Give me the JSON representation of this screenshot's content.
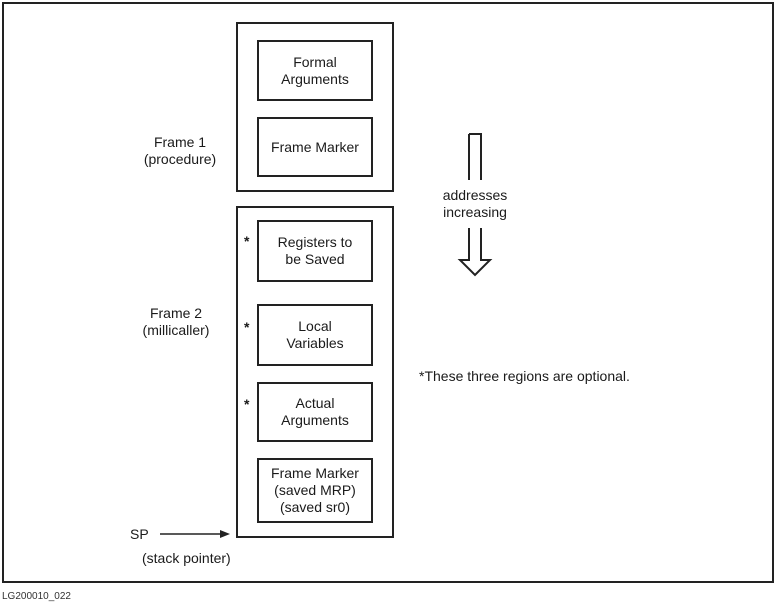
{
  "frames": [
    {
      "label": "Frame 1\n(procedure)",
      "regions": [
        {
          "text": "Formal\nArguments",
          "optional": false
        },
        {
          "text": "Frame Marker",
          "optional": false
        }
      ]
    },
    {
      "label": "Frame 2\n(millicaller)",
      "regions": [
        {
          "text": "Registers to\nbe Saved",
          "optional": true
        },
        {
          "text": "Local\nVariables",
          "optional": true
        },
        {
          "text": "Actual\nArguments",
          "optional": true
        },
        {
          "text": "Frame Marker\n(saved MRP)\n(saved sr0)",
          "optional": false
        }
      ]
    }
  ],
  "optional_marker": "*",
  "address_arrow_label": "addresses\nincreasing",
  "optional_note": "*These three regions are optional.",
  "sp_label": "SP",
  "sp_caption": "(stack pointer)",
  "figure_id": "LG200010_022"
}
